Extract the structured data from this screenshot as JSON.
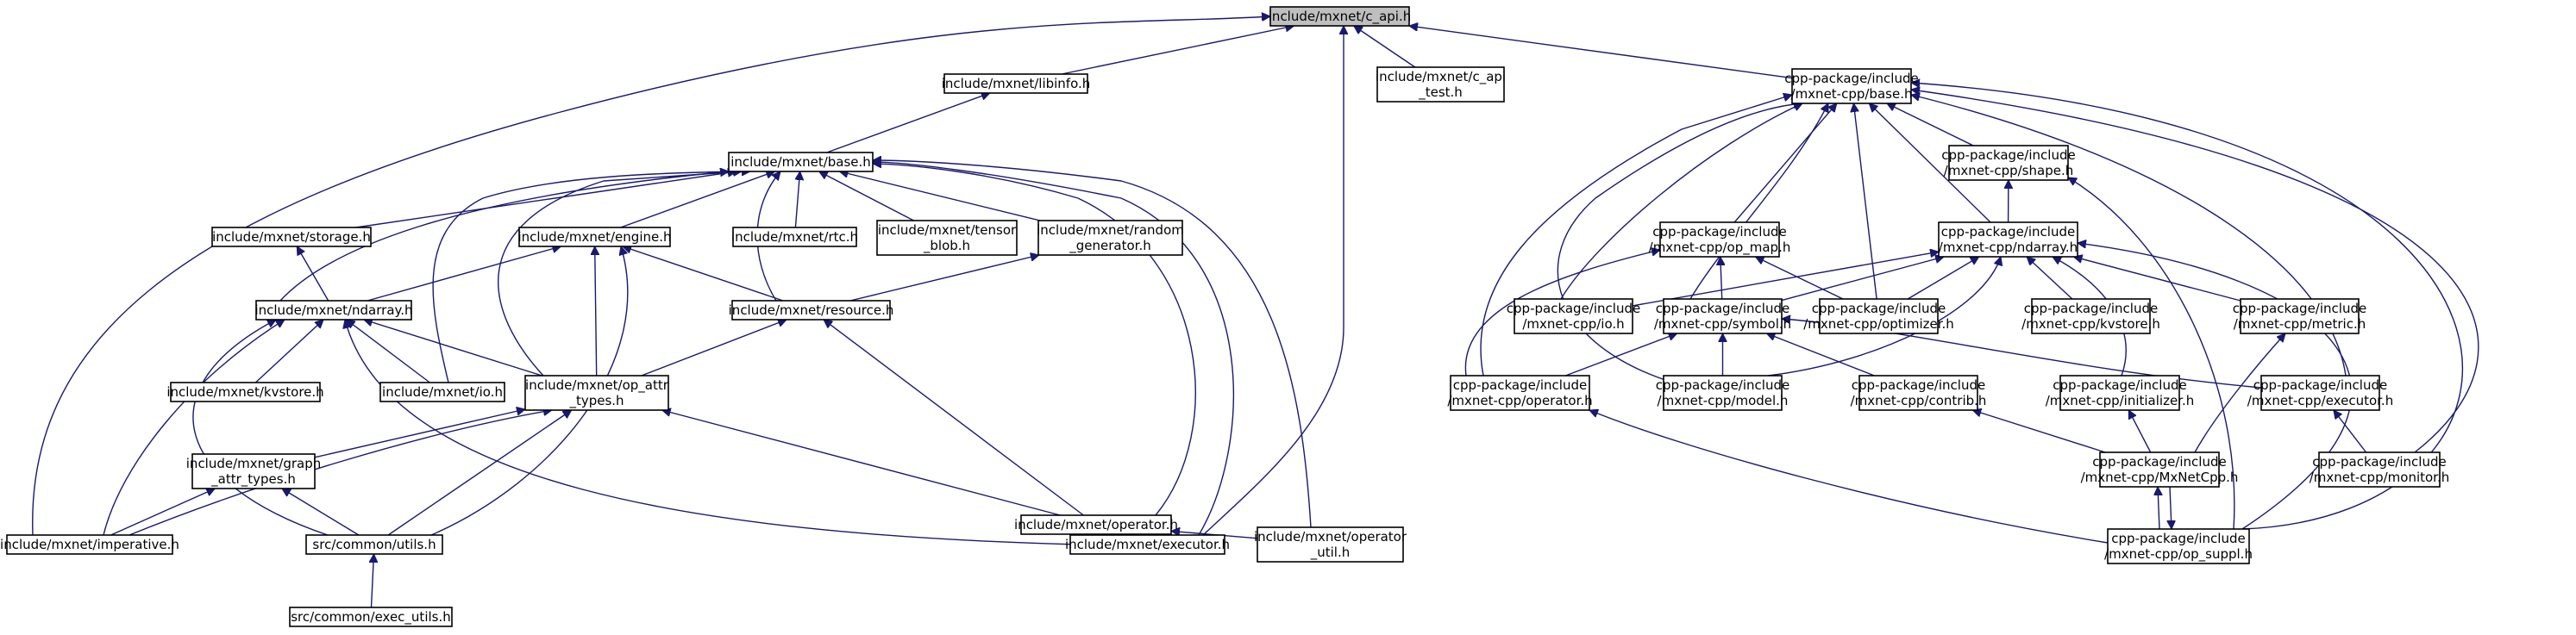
{
  "graph": {
    "edge_color": "#191970",
    "root_fill": "#bfbfbf",
    "nodes": [
      {
        "id": "c_api",
        "lines": [
          "include/mxnet/c_api.h"
        ],
        "root": true
      },
      {
        "id": "libinfo",
        "lines": [
          "include/mxnet/libinfo.h"
        ]
      },
      {
        "id": "c_api_test",
        "lines": [
          "include/mxnet/c_api",
          "_test.h"
        ]
      },
      {
        "id": "cpp_base",
        "lines": [
          "cpp-package/include",
          "/mxnet-cpp/base.h"
        ]
      },
      {
        "id": "base",
        "lines": [
          "include/mxnet/base.h"
        ]
      },
      {
        "id": "storage",
        "lines": [
          "include/mxnet/storage.h"
        ]
      },
      {
        "id": "engine",
        "lines": [
          "include/mxnet/engine.h"
        ]
      },
      {
        "id": "rtc",
        "lines": [
          "include/mxnet/rtc.h"
        ]
      },
      {
        "id": "tensor_blob",
        "lines": [
          "include/mxnet/tensor",
          "_blob.h"
        ]
      },
      {
        "id": "random_generator",
        "lines": [
          "include/mxnet/random",
          "_generator.h"
        ]
      },
      {
        "id": "ndarray",
        "lines": [
          "include/mxnet/ndarray.h"
        ]
      },
      {
        "id": "resource",
        "lines": [
          "include/mxnet/resource.h"
        ]
      },
      {
        "id": "kvstore",
        "lines": [
          "include/mxnet/kvstore.h"
        ]
      },
      {
        "id": "io",
        "lines": [
          "include/mxnet/io.h"
        ]
      },
      {
        "id": "op_attr_types",
        "lines": [
          "include/mxnet/op_attr",
          "_types.h"
        ]
      },
      {
        "id": "graph_attr_types",
        "lines": [
          "include/mxnet/graph",
          "_attr_types.h"
        ]
      },
      {
        "id": "operator",
        "lines": [
          "include/mxnet/operator.h"
        ]
      },
      {
        "id": "imperative",
        "lines": [
          "include/mxnet/imperative.h"
        ]
      },
      {
        "id": "utils",
        "lines": [
          "src/common/utils.h"
        ]
      },
      {
        "id": "executor",
        "lines": [
          "include/mxnet/executor.h"
        ]
      },
      {
        "id": "operator_util",
        "lines": [
          "include/mxnet/operator",
          "_util.h"
        ]
      },
      {
        "id": "exec_utils",
        "lines": [
          "src/common/exec_utils.h"
        ]
      },
      {
        "id": "cpp_shape",
        "lines": [
          "cpp-package/include",
          "/mxnet-cpp/shape.h"
        ]
      },
      {
        "id": "cpp_op_map",
        "lines": [
          "cpp-package/include",
          "/mxnet-cpp/op_map.h"
        ]
      },
      {
        "id": "cpp_ndarray",
        "lines": [
          "cpp-package/include",
          "/mxnet-cpp/ndarray.h"
        ]
      },
      {
        "id": "cpp_io",
        "lines": [
          "cpp-package/include",
          "/mxnet-cpp/io.h"
        ]
      },
      {
        "id": "cpp_symbol",
        "lines": [
          "cpp-package/include",
          "/mxnet-cpp/symbol.h"
        ]
      },
      {
        "id": "cpp_optimizer",
        "lines": [
          "cpp-package/include",
          "/mxnet-cpp/optimizer.h"
        ]
      },
      {
        "id": "cpp_kvstore",
        "lines": [
          "cpp-package/include",
          "/mxnet-cpp/kvstore.h"
        ]
      },
      {
        "id": "cpp_metric",
        "lines": [
          "cpp-package/include",
          "/mxnet-cpp/metric.h"
        ]
      },
      {
        "id": "cpp_operator",
        "lines": [
          "cpp-package/include",
          "/mxnet-cpp/operator.h"
        ]
      },
      {
        "id": "cpp_model",
        "lines": [
          "cpp-package/include",
          "/mxnet-cpp/model.h"
        ]
      },
      {
        "id": "cpp_contrib",
        "lines": [
          "cpp-package/include",
          "/mxnet-cpp/contrib.h"
        ]
      },
      {
        "id": "cpp_initializer",
        "lines": [
          "cpp-package/include",
          "/mxnet-cpp/initializer.h"
        ]
      },
      {
        "id": "cpp_executor",
        "lines": [
          "cpp-package/include",
          "/mxnet-cpp/executor.h"
        ]
      },
      {
        "id": "cpp_MxNetCpp",
        "lines": [
          "cpp-package/include",
          "/mxnet-cpp/MxNetCpp.h"
        ]
      },
      {
        "id": "cpp_monitor",
        "lines": [
          "cpp-package/include",
          "/mxnet-cpp/monitor.h"
        ]
      },
      {
        "id": "cpp_op_suppl",
        "lines": [
          "cpp-package/include",
          "/mxnet-cpp/op_suppl.h"
        ]
      }
    ],
    "edges": [
      [
        "libinfo",
        "c_api"
      ],
      [
        "c_api_test",
        "c_api"
      ],
      [
        "cpp_base",
        "c_api"
      ],
      [
        "imperative",
        "c_api"
      ],
      [
        "executor",
        "c_api"
      ],
      [
        "base",
        "libinfo"
      ],
      [
        "storage",
        "base"
      ],
      [
        "engine",
        "base"
      ],
      [
        "rtc",
        "base"
      ],
      [
        "tensor_blob",
        "base"
      ],
      [
        "random_generator",
        "base"
      ],
      [
        "ndarray",
        "base"
      ],
      [
        "resource",
        "base"
      ],
      [
        "io",
        "base"
      ],
      [
        "op_attr_types",
        "base"
      ],
      [
        "operator",
        "base"
      ],
      [
        "executor",
        "base"
      ],
      [
        "operator_util",
        "base"
      ],
      [
        "ndarray",
        "storage"
      ],
      [
        "ndarray",
        "engine"
      ],
      [
        "resource",
        "engine"
      ],
      [
        "op_attr_types",
        "engine"
      ],
      [
        "utils",
        "engine"
      ],
      [
        "resource",
        "random_generator"
      ],
      [
        "kvstore",
        "ndarray"
      ],
      [
        "io",
        "ndarray"
      ],
      [
        "op_attr_types",
        "ndarray"
      ],
      [
        "imperative",
        "ndarray"
      ],
      [
        "utils",
        "ndarray"
      ],
      [
        "executor",
        "ndarray"
      ],
      [
        "op_attr_types",
        "resource"
      ],
      [
        "operator",
        "resource"
      ],
      [
        "graph_attr_types",
        "op_attr_types"
      ],
      [
        "operator",
        "op_attr_types"
      ],
      [
        "imperative",
        "op_attr_types"
      ],
      [
        "utils",
        "op_attr_types"
      ],
      [
        "imperative",
        "graph_attr_types"
      ],
      [
        "utils",
        "graph_attr_types"
      ],
      [
        "executor",
        "operator"
      ],
      [
        "operator_util",
        "operator"
      ],
      [
        "exec_utils",
        "utils"
      ],
      [
        "cpp_shape",
        "cpp_base"
      ],
      [
        "cpp_op_map",
        "cpp_base"
      ],
      [
        "cpp_ndarray",
        "cpp_base"
      ],
      [
        "cpp_io",
        "cpp_base"
      ],
      [
        "cpp_symbol",
        "cpp_base"
      ],
      [
        "cpp_optimizer",
        "cpp_base"
      ],
      [
        "cpp_operator",
        "cpp_base"
      ],
      [
        "cpp_model",
        "cpp_base"
      ],
      [
        "cpp_executor",
        "cpp_base"
      ],
      [
        "cpp_monitor",
        "cpp_base"
      ],
      [
        "cpp_op_suppl",
        "cpp_base"
      ],
      [
        "cpp_ndarray",
        "cpp_shape"
      ],
      [
        "cpp_op_suppl",
        "cpp_shape"
      ],
      [
        "cpp_symbol",
        "cpp_op_map"
      ],
      [
        "cpp_optimizer",
        "cpp_op_map"
      ],
      [
        "cpp_operator",
        "cpp_op_map"
      ],
      [
        "cpp_io",
        "cpp_ndarray"
      ],
      [
        "cpp_symbol",
        "cpp_ndarray"
      ],
      [
        "cpp_optimizer",
        "cpp_ndarray"
      ],
      [
        "cpp_kvstore",
        "cpp_ndarray"
      ],
      [
        "cpp_metric",
        "cpp_ndarray"
      ],
      [
        "cpp_model",
        "cpp_ndarray"
      ],
      [
        "cpp_initializer",
        "cpp_ndarray"
      ],
      [
        "cpp_op_suppl",
        "cpp_ndarray"
      ],
      [
        "cpp_operator",
        "cpp_symbol"
      ],
      [
        "cpp_model",
        "cpp_symbol"
      ],
      [
        "cpp_contrib",
        "cpp_symbol"
      ],
      [
        "cpp_executor",
        "cpp_symbol"
      ],
      [
        "cpp_MxNetCpp",
        "cpp_contrib"
      ],
      [
        "cpp_MxNetCpp",
        "cpp_initializer"
      ],
      [
        "cpp_MxNetCpp",
        "cpp_metric"
      ],
      [
        "cpp_monitor",
        "cpp_executor"
      ],
      [
        "cpp_op_suppl",
        "cpp_operator"
      ],
      [
        "cpp_op_suppl",
        "cpp_MxNetCpp"
      ],
      [
        "cpp_MxNetCpp",
        "cpp_op_suppl"
      ]
    ]
  }
}
